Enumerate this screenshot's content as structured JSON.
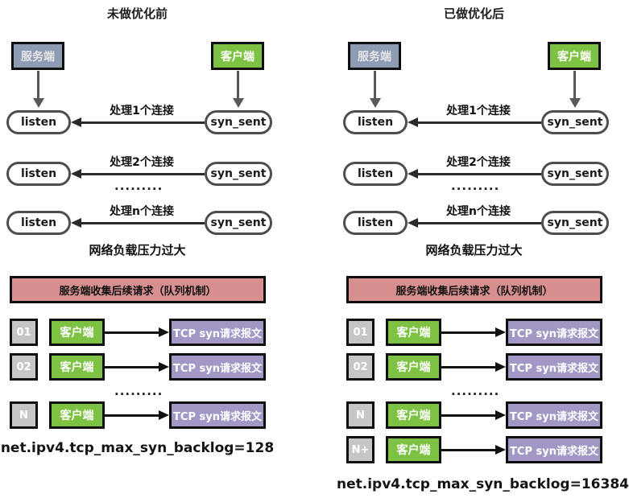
{
  "colors": {
    "server_bg": "#8d9cb3",
    "client_bg": "#7dc242",
    "queue_header_bg": "#d88f90",
    "tcp_packet_bg": "#a297c5",
    "index_box_bg": "#c6c6c6",
    "pill_border": "#4d4d4d",
    "box_border": "#0f0f0f",
    "arrow_gray": "#585858",
    "arrow_black": "#111111"
  },
  "panels": [
    {
      "title": "未做优化前",
      "server": "服务端",
      "client": "客户端",
      "handshake_rows": [
        {
          "left": "listen",
          "right": "syn_sent",
          "label": "处理1个连接"
        },
        {
          "left": "listen",
          "right": "syn_sent",
          "label": "处理2个连接"
        },
        {
          "left": "listen",
          "right": "syn_sent",
          "label": "处理n个连接"
        }
      ],
      "dots": ".........",
      "overload": "网络负载压力过大",
      "queue_header": "服务端收集后续请求（队列机制）",
      "queue_rows": [
        {
          "index": "01",
          "client": "客户端",
          "packet": "TCP syn请求报文"
        },
        {
          "index": "02",
          "client": "客户端",
          "packet": "TCP syn请求报文"
        },
        {
          "index": "N",
          "client": "客户端",
          "packet": "TCP syn请求报文"
        }
      ],
      "queue_dots": ".........",
      "sysctl": "net.ipv4.tcp_max_syn_backlog=128"
    },
    {
      "title": "已做优化后",
      "server": "服务端",
      "client": "客户端",
      "handshake_rows": [
        {
          "left": "listen",
          "right": "syn_sent",
          "label": "处理1个连接"
        },
        {
          "left": "listen",
          "right": "syn_sent",
          "label": "处理2个连接"
        },
        {
          "left": "listen",
          "right": "syn_sent",
          "label": "处理n个连接"
        }
      ],
      "dots": ".........",
      "overload": "网络负载压力过大",
      "queue_header": "服务端收集后续请求（队列机制）",
      "queue_rows": [
        {
          "index": "01",
          "client": "客户端",
          "packet": "TCP syn请求报文"
        },
        {
          "index": "02",
          "client": "客户端",
          "packet": "TCP syn请求报文"
        },
        {
          "index": "N",
          "client": "客户端",
          "packet": "TCP syn请求报文"
        },
        {
          "index": "N+",
          "client": "客户端",
          "packet": "TCP syn请求报文"
        }
      ],
      "queue_dots": ".........",
      "sysctl": "net.ipv4.tcp_max_syn_backlog=16384"
    }
  ]
}
